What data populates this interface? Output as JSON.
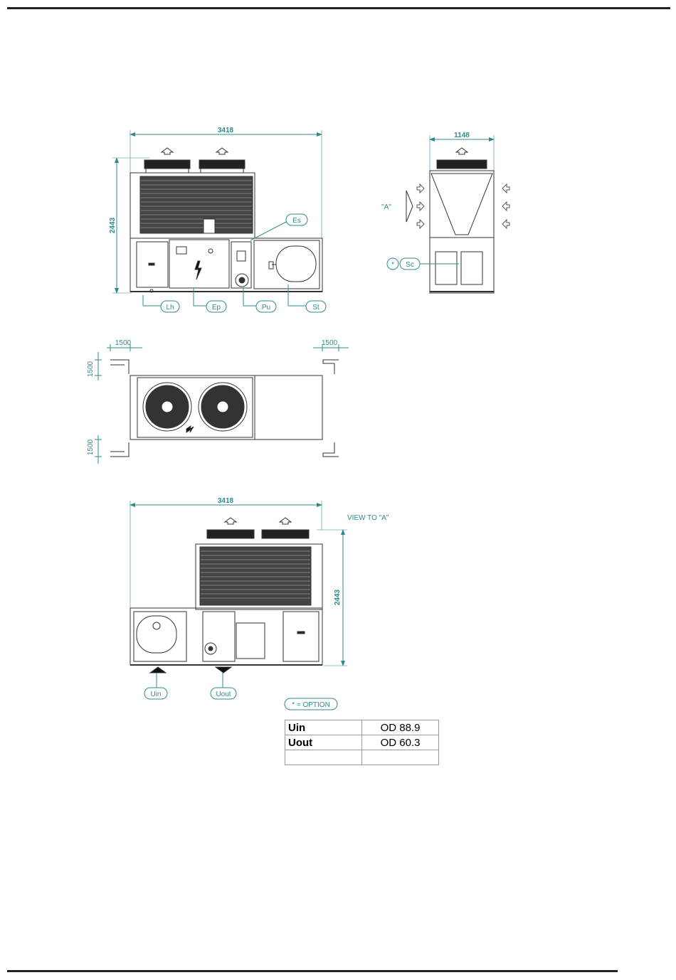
{
  "dimensions": {
    "front_width": "3418",
    "front_height": "2443",
    "side_width": "1148",
    "clear_left": "1500",
    "clear_right": "1500",
    "clear_top": "1500",
    "clear_bottom": "1500",
    "rear_width": "3418",
    "rear_height": "2443"
  },
  "labels": {
    "view_a": "\"A\"",
    "view_to_a": "VIEW TO \"A\"",
    "option_mark": "*",
    "option_note": "* = OPTION"
  },
  "tags": {
    "es": "Es",
    "lh": "Lh",
    "ep": "Ep",
    "pu": "Pu",
    "st": "St",
    "sc": "Sc",
    "uin": "Uin",
    "uout": "Uout"
  },
  "connections": [
    {
      "name": "Uin",
      "size": "OD 88.9"
    },
    {
      "name": "Uout",
      "size": "OD 60.3"
    },
    {
      "name": "",
      "size": ""
    }
  ],
  "colors": {
    "dimension": "#2e8b8b",
    "line": "#333333"
  }
}
